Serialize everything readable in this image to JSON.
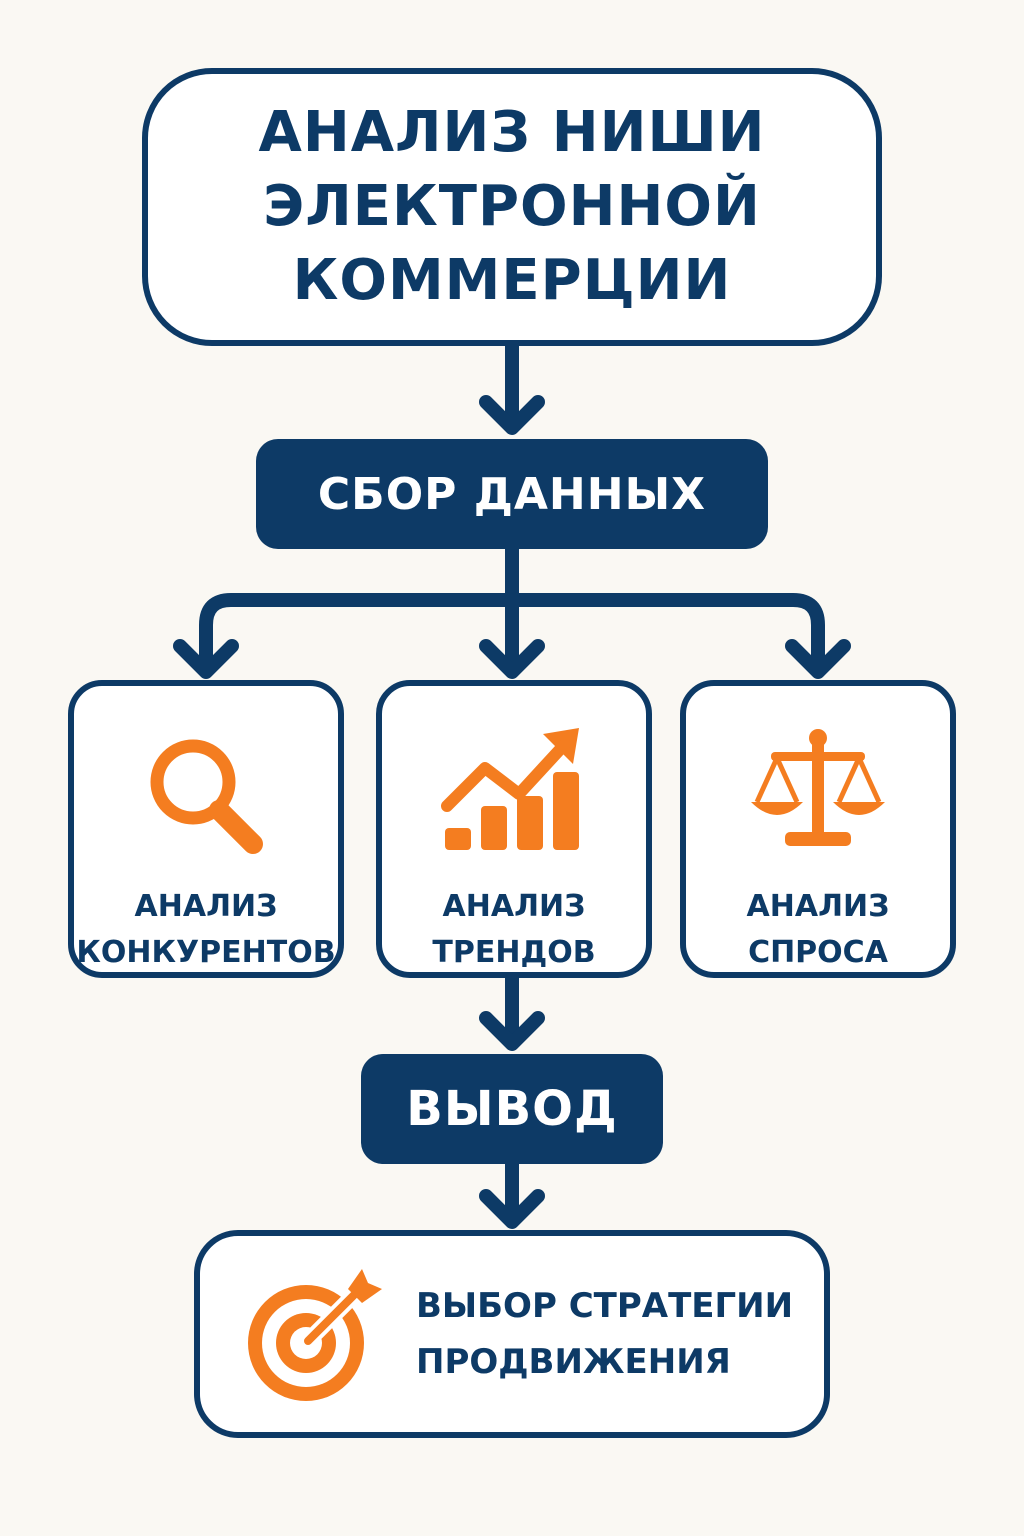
{
  "diagram": {
    "title_lines": [
      "Анализ ниши",
      "электронной",
      "коммерции"
    ],
    "collect_label": "Сбор данных",
    "cards": [
      {
        "icon": "magnifier-icon",
        "lines": [
          "Анализ",
          "конкурентов"
        ]
      },
      {
        "icon": "growth-chart-icon",
        "lines": [
          "Анализ",
          "трендов"
        ]
      },
      {
        "icon": "scales-icon",
        "lines": [
          "Анализ",
          "спроса"
        ]
      }
    ],
    "conclusion_label": "Вывод",
    "strategy": {
      "icon": "target-icon",
      "lines": [
        "Выбор стратегии",
        "продвижения"
      ]
    }
  },
  "colors": {
    "navy": "#0d3a66",
    "orange": "#f47d20",
    "background": "#faf8f3"
  }
}
